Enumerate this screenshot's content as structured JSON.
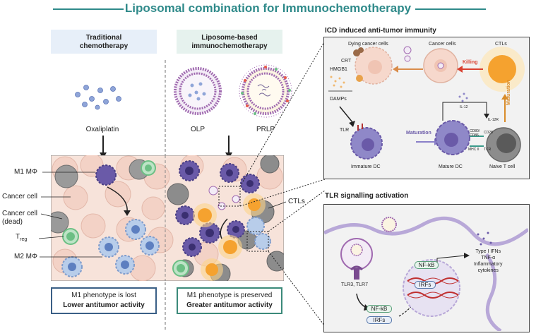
{
  "title": "Liposomal combination for Immunochemotherapy",
  "left": {
    "header_line1": "Traditional",
    "header_line2": "chemotherapy",
    "drug_label": "Oxaliplatin",
    "result_line1": "M1 phenotype is lost",
    "result_line2": "Lower antitumor activity"
  },
  "right": {
    "header_line1": "Liposome-based",
    "header_line2": "immunochemotherapy",
    "lipo1_label": "OLP",
    "lipo2_label": "PRLP",
    "result_line1": "M1 phenotype is preserved",
    "result_line2": "Greater antitumor activity"
  },
  "cell_labels": {
    "m1": "M1 MΦ",
    "cancer": "Cancer cell",
    "cancer_dead_1": "Cancer cell",
    "cancer_dead_2": "(dead)",
    "treg_main": "T",
    "treg_sub": "reg",
    "m2": "M2 MΦ",
    "ctls": "CTLs"
  },
  "icd_panel": {
    "heading": "ICD induced anti-tumor immunity",
    "dying": "Dying cancer cells",
    "crt": "CRT",
    "hmgb1": "HMGB1",
    "cancer_cells": "Cancer cells",
    "ctls": "CTLs",
    "killing": "Killing",
    "damps": "DAMPs",
    "il12": "IL-12",
    "il12r": "IL-12R",
    "maturation_vertical": "Maturation",
    "tlr": "TLR",
    "maturation": "Maturation",
    "cd80": "CD80/",
    "cd86": "CD86",
    "cd28": "CD28",
    "mhc": "MHC II",
    "tcr": "TCR",
    "immature_dc": "Immature DC",
    "mature_dc": "Mature DC",
    "naive_t": "Naive T cell"
  },
  "tlr_panel": {
    "heading": "TLR signalling activation",
    "tlr37": "TLR3, TLR7",
    "nfkb": "NF-kB",
    "irfs": "IRFs",
    "nucleus_nfkb": "NF-kB",
    "nucleus_irfs": "IRFs",
    "out1": "Type I IFNs",
    "out2": "TNF-α",
    "out3": "Inflammatory",
    "out4": "cytokines"
  },
  "colors": {
    "title": "#2f8a8a",
    "m1": "#6a5aa8",
    "cancer": "#f3d9cf",
    "dead": "#8f8f8f",
    "treg": "#6cbf84",
    "m2": "#a9c3e8",
    "ctl": "#f5a22f",
    "killing": "#d94030"
  }
}
